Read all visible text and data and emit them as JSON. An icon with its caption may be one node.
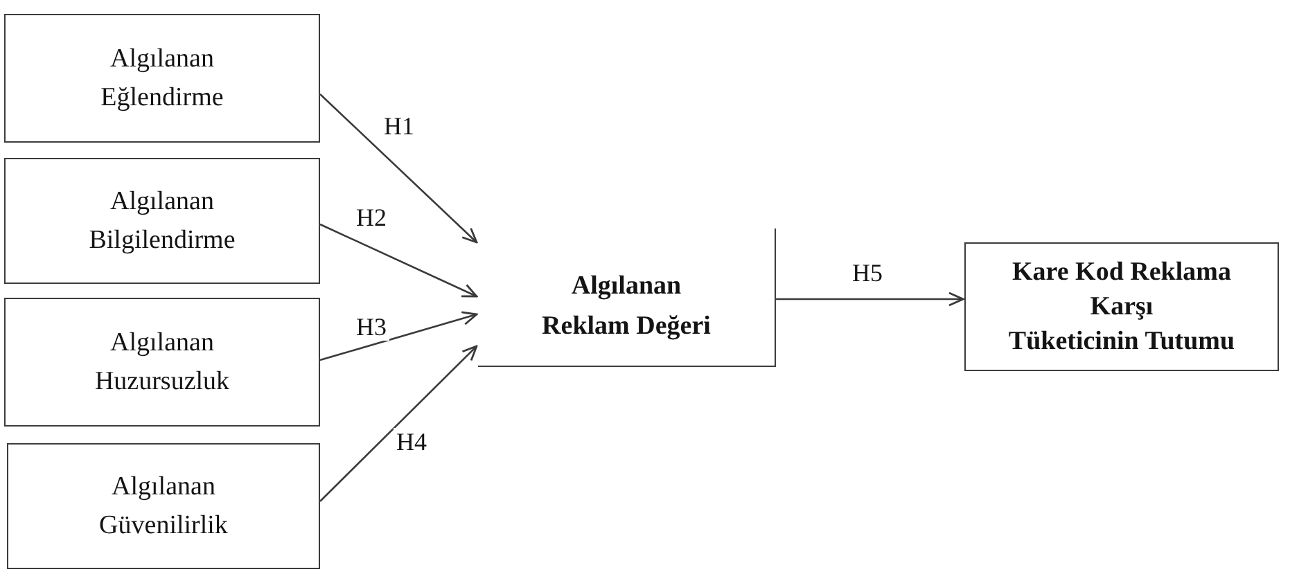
{
  "diagram": {
    "nodes": [
      {
        "text": [
          "Algılanan Eğlendirme"
        ]
      },
      {
        "text": [
          "Algılanan Bilgilendirme"
        ]
      },
      {
        "text": [
          "Algılanan Huzursuzluk"
        ]
      },
      {
        "text": [
          "Algılanan Güvenilirlik"
        ]
      },
      {
        "text": [
          "Algılanan Reklam Değeri"
        ]
      },
      {
        "text": [
          "Kare Kod Reklama Karşı Tüketicinin Tutumu"
        ]
      }
    ],
    "edges": [
      {
        "from": 0,
        "to": 4,
        "arrow": "to",
        "label": "H1"
      },
      {
        "from": 1,
        "to": 4,
        "arrow": "to",
        "label": "H2"
      },
      {
        "from": 2,
        "to": 4,
        "arrow": "to",
        "label": "H3"
      },
      {
        "from": 3,
        "to": 4,
        "arrow": "to",
        "label": "H4"
      },
      {
        "from": 4,
        "to": 5,
        "arrow": "to",
        "label": "H5"
      }
    ]
  }
}
